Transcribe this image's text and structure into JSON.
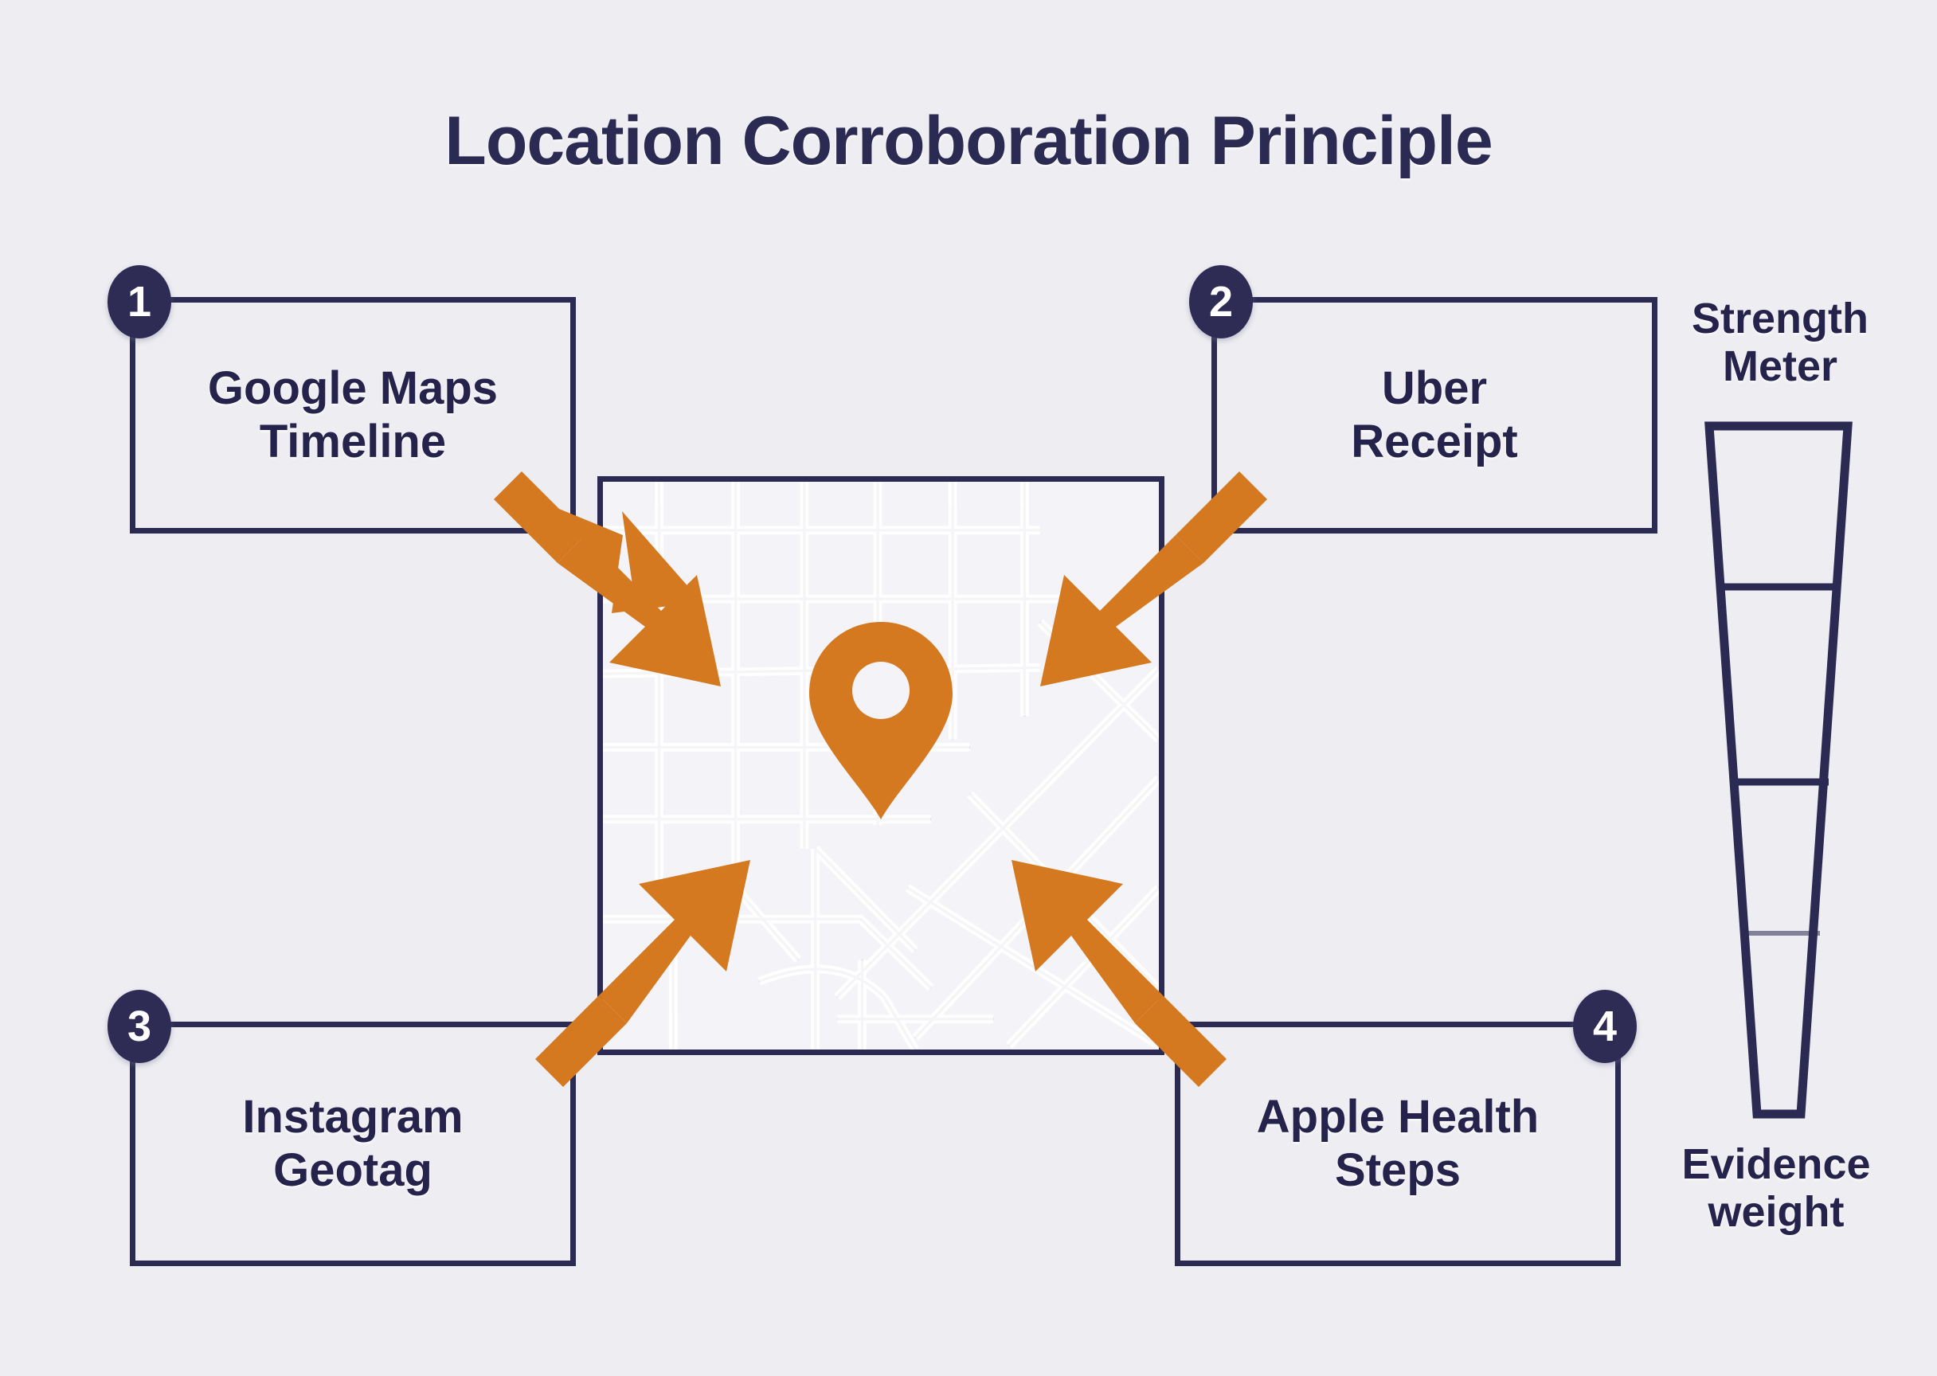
{
  "title": "Location Corroboration Principle",
  "colors": {
    "background": "#ededf2",
    "navy": "#2b2a52",
    "navy_badge": "#2e2c55",
    "accent_orange": "#d4791f",
    "map_fill": "#f4f4f8",
    "map_street": "#ffffff",
    "map_street_outline": "#2b2a52",
    "text": "#25234b"
  },
  "evidence_boxes": [
    {
      "number": "1",
      "label": "Google Maps\nTimeline",
      "badge_position": "top-left"
    },
    {
      "number": "2",
      "label": "Uber\nReceipt",
      "badge_position": "top-left"
    },
    {
      "number": "3",
      "label": "Instagram\nGeotag",
      "badge_position": "top-left"
    },
    {
      "number": "4",
      "label": "Apple Health\nSteps",
      "badge_position": "top-right"
    }
  ],
  "map": {
    "center_icon": "location-pin-icon",
    "arrow_count": 4,
    "arrow_directions": [
      "top-left-inward",
      "top-right-inward",
      "bottom-left-inward",
      "bottom-right-inward"
    ]
  },
  "strength_meter": {
    "top_label": "Strength\nMeter",
    "bottom_label": "Evidence\nweight",
    "shape": "inverted-tapering-wedge",
    "segment_count": 4,
    "divider_fractions": [
      0.23,
      0.51,
      0.73
    ]
  }
}
